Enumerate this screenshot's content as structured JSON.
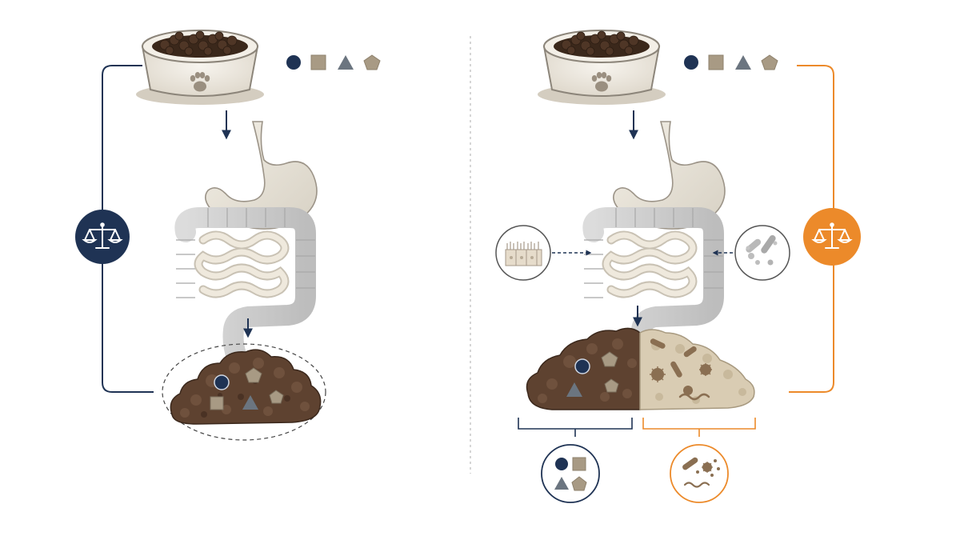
{
  "colors": {
    "navy": "#1f3354",
    "orange": "#ec8a2a",
    "tan": "#a89a84",
    "slate": "#6b7580",
    "feces_dark": "#5a3f2b",
    "feces_light": "#d9ccb3",
    "bowl": "#ece7de",
    "kibble": "#4a3324",
    "gut": "#e9e4d8",
    "divider": "#c8c8c8"
  },
  "icons": {
    "bowl": "pet-food-bowl-icon",
    "paw": "paw-print-icon",
    "stomach": "stomach-icon",
    "intestines": "intestines-icon",
    "scale": "balance-scale-icon",
    "epithelium": "intestinal-epithelium-icon",
    "bacteria": "bacteria-icon",
    "nutrient_shapes": [
      "circle-icon",
      "square-icon",
      "triangle-icon",
      "pentagon-icon"
    ]
  },
  "panels": [
    {
      "id": "left",
      "balance_color": "navy",
      "feces_type": "undigested-only"
    },
    {
      "id": "right",
      "balance_color": "orange",
      "feces_type": "undigested-plus-microbial"
    }
  ]
}
